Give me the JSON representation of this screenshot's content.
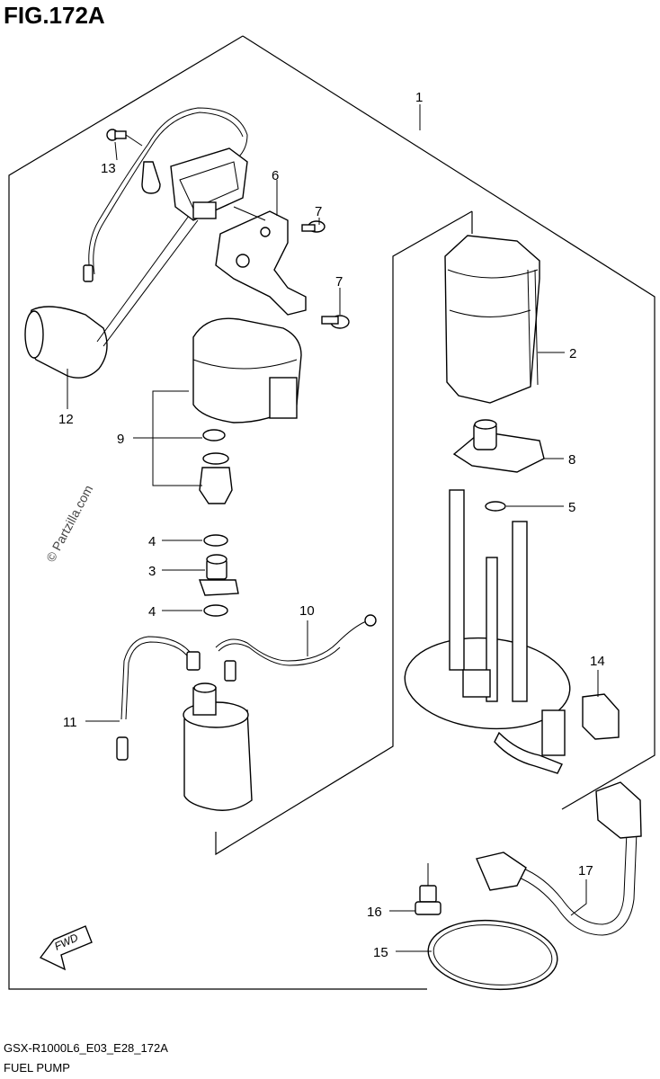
{
  "figure": {
    "title": "FIG.172A",
    "model_code": "GSX-R1000L6_E03_E28_172A",
    "caption": "FUEL PUMP",
    "watermark": "© Partzilla.com",
    "fwd_label": "FWD"
  },
  "callouts": [
    {
      "id": "1",
      "label": "1"
    },
    {
      "id": "2",
      "label": "2"
    },
    {
      "id": "3",
      "label": "3"
    },
    {
      "id": "4a",
      "label": "4"
    },
    {
      "id": "4b",
      "label": "4"
    },
    {
      "id": "5",
      "label": "5"
    },
    {
      "id": "6",
      "label": "6"
    },
    {
      "id": "7a",
      "label": "7"
    },
    {
      "id": "7b",
      "label": "7"
    },
    {
      "id": "8",
      "label": "8"
    },
    {
      "id": "9",
      "label": "9"
    },
    {
      "id": "10",
      "label": "10"
    },
    {
      "id": "11",
      "label": "11"
    },
    {
      "id": "12",
      "label": "12"
    },
    {
      "id": "13",
      "label": "13"
    },
    {
      "id": "14",
      "label": "14"
    },
    {
      "id": "15",
      "label": "15"
    },
    {
      "id": "16",
      "label": "16"
    },
    {
      "id": "17",
      "label": "17"
    }
  ]
}
